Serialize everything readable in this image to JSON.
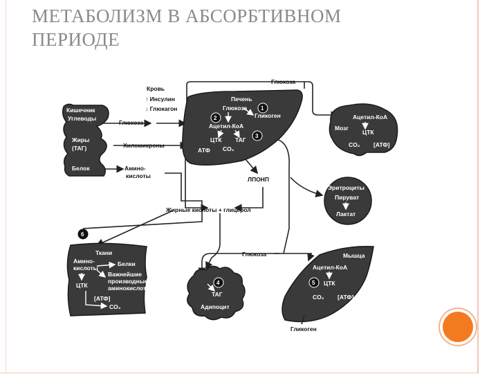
{
  "slide": {
    "title_line1": "МЕТАБОЛИЗМ В АБСОРБТИВНОМ",
    "title_line2": "ПЕРИОДЕ"
  },
  "diagram": {
    "glucose_top": "Глюкоза",
    "blood": "Кровь",
    "insulin": "↑ Инсулин",
    "glucagon": "↓ Глюкагон",
    "intestine_title": "Кишечник",
    "intestine_sub": "Углеводы",
    "fats": "Жиры",
    "tag_paren": "(ТАГ)",
    "protein": "Белок",
    "glucose_arrow": "Глюкоза",
    "chylomicrons": "Хиломикроны",
    "amino_acids_1": "Амино-",
    "amino_acids_2": "кислоты",
    "liver_title": "Печень",
    "liver_glucose": "Глюкоза",
    "glycogen": "Гликоген",
    "acetyl_coa": "Ацетил-КоА",
    "tca": "ЦТК",
    "tag": "ТАГ",
    "atp": "АТФ",
    "co2": "CO₂",
    "vldl": "ЛПОНП",
    "fatty_acids": "Жирные кислоты + глицерол",
    "brain_acetyl": "Ацетил-КоА",
    "brain_title": "Мозг",
    "brain_tca": "ЦТК",
    "brain_co2": "CO₂",
    "brain_atp": "[АТФ]",
    "rbc_title": "Эритроциты",
    "pyruvate": "Пируват",
    "lactate": "Лактат",
    "tissue_title": "Ткани",
    "tissue_amino_1": "Амино-",
    "tissue_amino_2": "кислоты",
    "tissue_proteins": "Белки",
    "derivatives_1": "Важнейшие",
    "derivatives_2": "производные",
    "derivatives_3": "аминокислот",
    "tissue_tca": "ЦТК",
    "tissue_atp": "[АТФ]",
    "tissue_co2": "CO₂",
    "muscle_glucose": "Глюкоза",
    "muscle_title": "Мышца",
    "muscle_acetyl": "Ацетил-КоА",
    "muscle_tca": "ЦТК",
    "muscle_co2": "CO₂",
    "muscle_atp": "[АТФ]",
    "muscle_glycogen": "Гликоген",
    "adipose_tag": "ТАГ",
    "adipocyte": "Адипоцит",
    "badges": [
      "1",
      "2",
      "3",
      "4",
      "5",
      "6"
    ]
  }
}
